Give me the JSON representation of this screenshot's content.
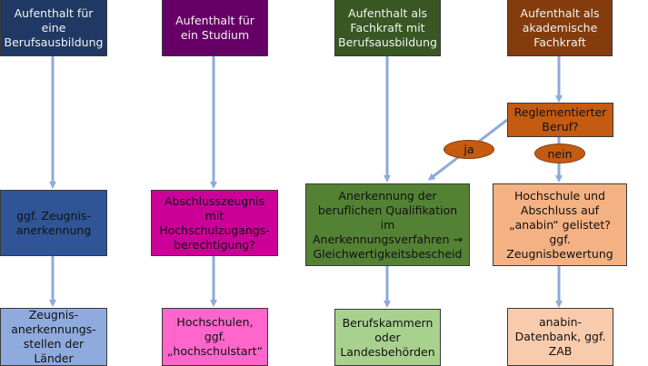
{
  "colors": {
    "arrow": "#8eaadb",
    "col1_top": "#1f3864",
    "col1_mid": "#2f5597",
    "col1_bottom": "#8faadc",
    "col2_top": "#660066",
    "col2_mid": "#cc0099",
    "col2_bottom": "#ff66cc",
    "col3_top": "#385723",
    "col3_mid": "#548235",
    "col3_bottom": "#a9d18e",
    "col4_top": "#843c0c",
    "col4_decision": "#c55a11",
    "col4_mid": "#f4b183",
    "col4_bottom": "#f8cbad"
  },
  "columns": [
    {
      "top": "Aufenthalt für\neine\nBerufsausbildung",
      "mid": "ggf. Zeugnis-\nanerkennung",
      "bottom": "Zeugnis-\nanerkennungs-\nstellen der\nLänder"
    },
    {
      "top": "Aufenthalt für\nein Studium",
      "mid": "Abschlusszeugnis mit\nHochschulzugangs-\nberechtigung?",
      "bottom": "Hochschulen,\nggf.\n„hochschulstart“"
    },
    {
      "top": "Aufenthalt als\nFachkraft mit\nBerufsausbildung",
      "mid": "Anerkennung der\nberuflichen Qualifikation im\nAnerkennungsverfahren →\nGleichwertigkeitsbescheid",
      "bottom": "Berufskammern\noder\nLandesbehörden"
    },
    {
      "top": "Aufenthalt als\nakademische\nFachkraft",
      "decision": "Reglementierter\nBeruf?",
      "mid": "Hochschule und\nAbschluss auf\n„anabin“ gelistet?\nggf. Zeugnisbewertung",
      "bottom": "anabin-\nDatenbank, ggf.\nZAB"
    }
  ],
  "labels": {
    "yes": "ja",
    "no": "nein"
  }
}
